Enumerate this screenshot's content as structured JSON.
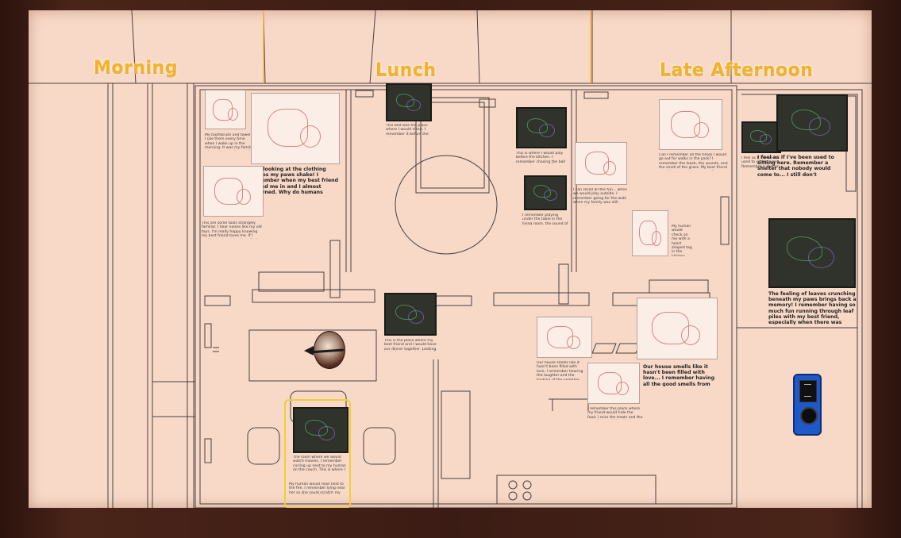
{
  "window": {
    "frame_color": "#3b1c14",
    "board_color": "#f8d9c8"
  },
  "sections": {
    "morning": "Morning",
    "lunch": "Lunch",
    "late_afternoon": "Late Afternoon",
    "title_color": "#f2b229"
  },
  "captions": {
    "m1_main": "Just looking at the clothing makes my paws shake! I remember when my best friend pulled me in and I almost drowned. Why do humans clean themselves this way when they have tongues!?",
    "m1_small": "My toothbrush and towel! I use them every time when I wake up in the morning. It was my family who took care of me and I was happy.",
    "m2_small": "This are some tools strangely familiar. I hear noises like my old toys. I'm really happy knowing my best friend loves me. If I could get a treat to play with it before they leave.",
    "l1": "This bed was the place where I would sleep. I remember it before the nightmares and the storms came. Every night I cuddled with my human and felt safe.",
    "l2": "This is where I would play before the kitchen. I remember chasing the ball across the room while my family cheered for me.",
    "l3": "I remember playing under the table in the living room, the sound of the music and the good food they made.",
    "l4": "This is the place where my best friend and I would have our dinner together. Looking back, I wonder why they left me behind.",
    "l5": "The room where we would watch movies. I remember curling up next to my human on the couch. This is where I spent my last days with my family and the doctor came.",
    "l6": "My human would read next to the fire. I remember lying near her so she could scratch my ears while the whole house was quiet and warm.",
    "a1": "Can I remember all the times I would go out for walks in the park? I remember the leash, the sounds, and the smell of the grass. My best friend would take me there every afternoon.",
    "a2": "I can recall all the fun... when we would play outside. I remember going for the walk when my family was still around and the sun was shining in the garden.",
    "a3": "My human would check on me with a heart shaped tag in the kitchen every afternoon.",
    "a4": "Our house smells like it hasn't been filled with love... I remember having all the good smells from the kitchen. Do they know I'm still waiting here at the door for them to come home?",
    "a5": "Our house smells like it hasn't been filled with love. I remember hearing the laughter and the barking of the neighbor dogs every afternoon.",
    "a6": "I feel as if I've been used to sitting here. Remember a shelter that nobody would come to... I still don't remember what my family did to me.",
    "a7": "The feeling of leaves crunching beneath my paws brings back a memory! I remember having so much fun running through leaf piles with my best friend, especially when there was something dead to roll in.",
    "a8": "I remember this place where my friend would hide the food. I miss the treats and the way she would laugh at me."
  },
  "objects": {
    "compass": "compass-icon",
    "music_player": "music-player-icon",
    "player_color": "#1f58c9",
    "highlight_color": "#f0cf3a"
  }
}
